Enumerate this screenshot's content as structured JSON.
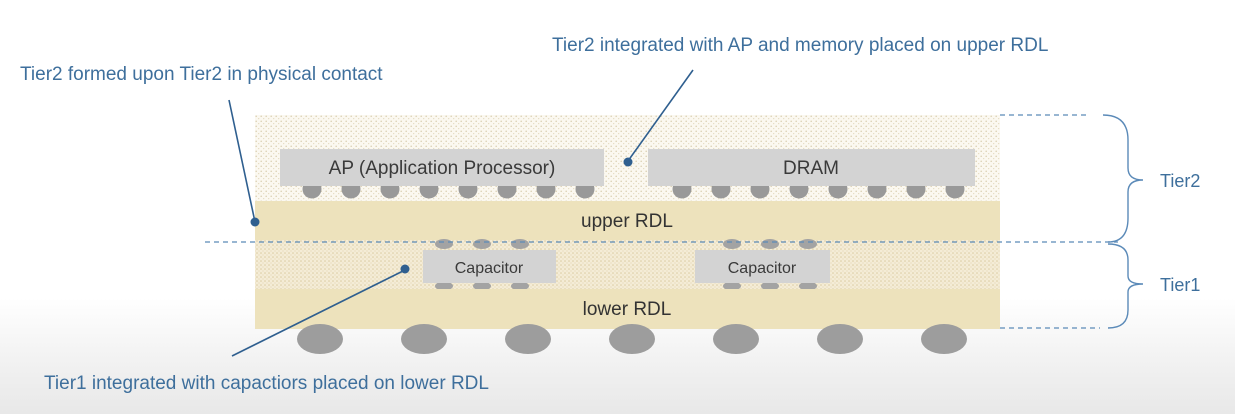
{
  "annotations": {
    "top_right": "Tier2 integrated with AP and memory placed on upper RDL",
    "top_left": "Tier2 formed upon Tier2 in physical contact",
    "bottom": "Tier1 integrated with capactiors placed on  lower RDL"
  },
  "chips": {
    "ap": "AP (Application Processor)",
    "dram": "DRAM",
    "capacitor_1": "Capacitor",
    "capacitor_2": "Capacitor"
  },
  "layers": {
    "upper_rdl": "upper RDL",
    "lower_rdl": "lower RDL"
  },
  "tiers": {
    "tier2": "Tier2",
    "tier1": "Tier1"
  },
  "colors": {
    "rdl": "#ede2bc",
    "chip": "#d3d3d3",
    "bump": "#999999",
    "ball": "#9d9d9d",
    "annotation": "#3e6f9c",
    "leader": "#2f5f8f"
  }
}
